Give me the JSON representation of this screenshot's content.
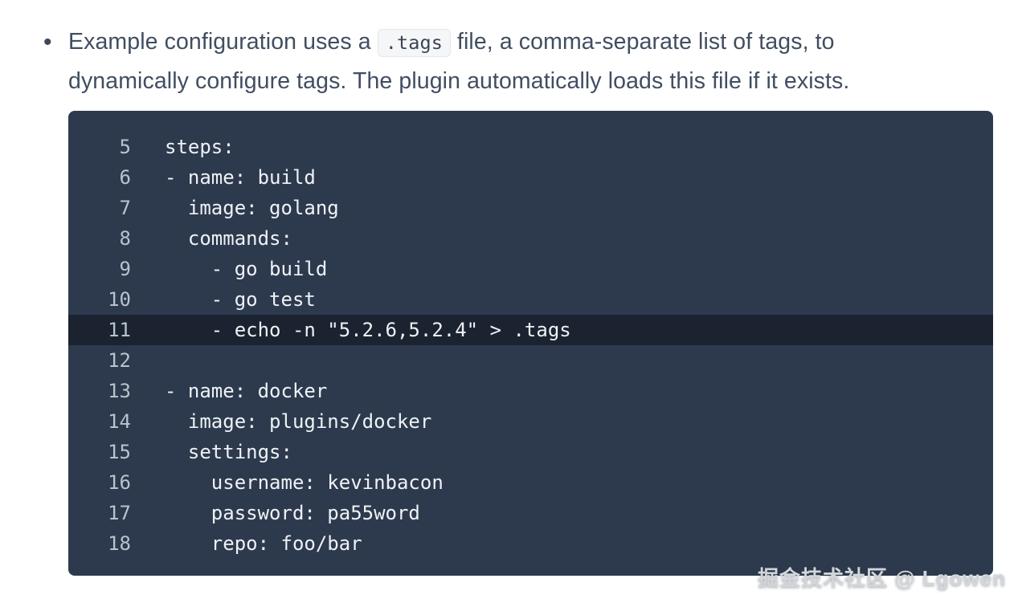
{
  "paragraph": {
    "bullet": "•",
    "text_before_code": "Example configuration uses a ",
    "inline_code": ".tags",
    "text_after_code": " file, a comma-separate list of tags, to dynamically configure tags. The plugin automatically loads this file if it exists."
  },
  "code_block": {
    "language": "yaml",
    "background_color": "#2d3a4d",
    "highlight_color": "#1b2330",
    "text_color": "#eef2f6",
    "line_number_color": "#b9c3ce",
    "highlighted_line": 11,
    "lines": [
      {
        "number": "5",
        "code": "steps:"
      },
      {
        "number": "6",
        "code": "- name: build"
      },
      {
        "number": "7",
        "code": "  image: golang"
      },
      {
        "number": "8",
        "code": "  commands:"
      },
      {
        "number": "9",
        "code": "    - go build"
      },
      {
        "number": "10",
        "code": "    - go test"
      },
      {
        "number": "11",
        "code": "    - echo -n \"5.2.6,5.2.4\" > .tags"
      },
      {
        "number": "12",
        "code": ""
      },
      {
        "number": "13",
        "code": "- name: docker"
      },
      {
        "number": "14",
        "code": "  image: plugins/docker"
      },
      {
        "number": "15",
        "code": "  settings:"
      },
      {
        "number": "16",
        "code": "    username: kevinbacon"
      },
      {
        "number": "17",
        "code": "    password: pa55word"
      },
      {
        "number": "18",
        "code": "    repo: foo/bar"
      }
    ]
  },
  "watermark": {
    "text": "掘金技术社区 @ Lgowen"
  }
}
